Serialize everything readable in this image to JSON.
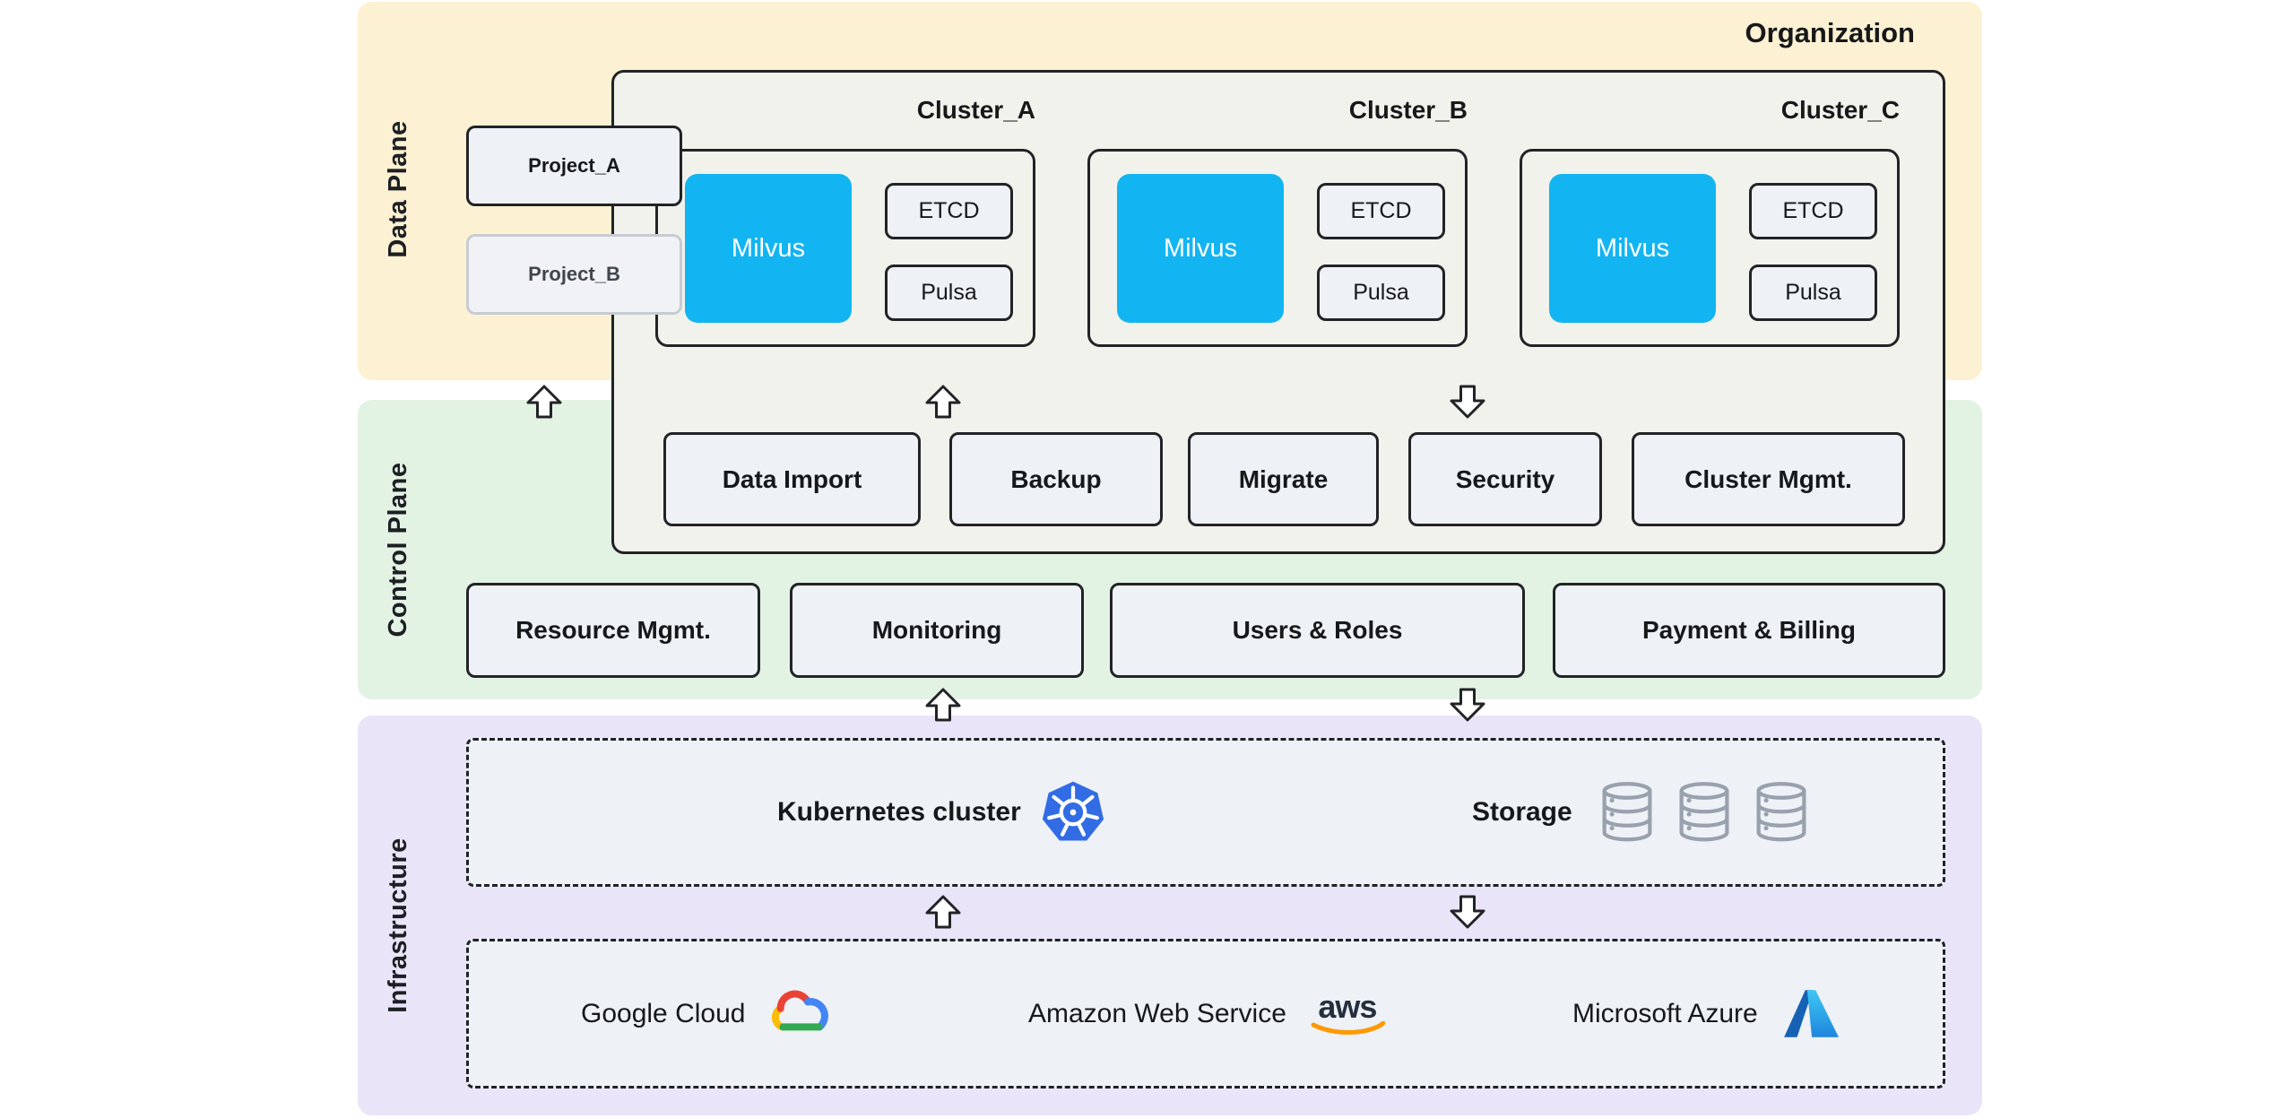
{
  "planes": {
    "data": "Data Plane",
    "control": "Control Plane",
    "infrastructure": "Infrastructure"
  },
  "organization": {
    "title": "Organization",
    "projects": [
      {
        "label": "Project_A"
      },
      {
        "label": "Project_B"
      }
    ],
    "clusters": [
      {
        "name": "Cluster_A",
        "engine": "Milvus",
        "deps": [
          "ETCD",
          "Pulsa"
        ]
      },
      {
        "name": "Cluster_B",
        "engine": "Milvus",
        "deps": [
          "ETCD",
          "Pulsa"
        ]
      },
      {
        "name": "Cluster_C",
        "engine": "Milvus",
        "deps": [
          "ETCD",
          "Pulsa"
        ]
      }
    ],
    "cluster_services": [
      "Data Import",
      "Backup",
      "Migrate",
      "Security",
      "Cluster Mgmt."
    ]
  },
  "control_services": [
    "Resource Mgmt.",
    "Monitoring",
    "Users & Roles",
    "Payment & Billing"
  ],
  "infrastructure": {
    "kubernetes": {
      "label": "Kubernetes cluster",
      "icon": "kubernetes-wheel-icon"
    },
    "storage": {
      "label": "Storage",
      "icon": "database-cylinder-icon",
      "icon_count": 3
    },
    "providers": [
      {
        "label": "Google Cloud",
        "icon": "google-cloud-icon"
      },
      {
        "label": "Amazon Web Service",
        "icon": "aws-smile-icon",
        "logo_text": "aws"
      },
      {
        "label": "Microsoft Azure",
        "icon": "azure-a-icon"
      }
    ]
  },
  "icons": {
    "arrow_up": "hollow-up-arrow",
    "arrow_down": "hollow-down-arrow"
  },
  "colors": {
    "data_plane_bg": "#fcf1d2",
    "control_plane_bg": "#e2f2e3",
    "infrastructure_bg": "#eae4f8",
    "organization_bg": "#f1f2ec",
    "panel_bg": "#eef1f6",
    "milvus_blue": "#12b5f2",
    "border_dark": "#222326",
    "kubernetes_blue": "#326ce5",
    "aws_orange": "#ff9900",
    "gcp_blue": "#4285f4",
    "gcp_red": "#ea4335",
    "gcp_yellow": "#fbbc05",
    "gcp_green": "#34a853",
    "azure_blue": "#1f86dd",
    "storage_gray": "#98a1ad"
  }
}
